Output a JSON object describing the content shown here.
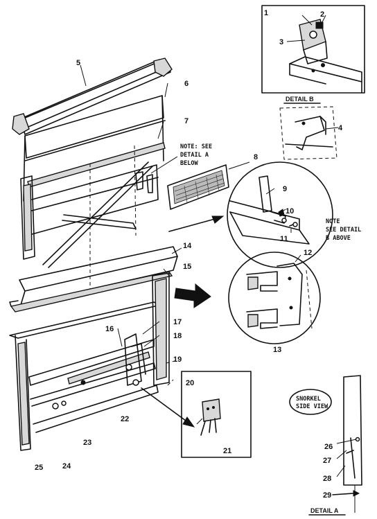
{
  "part_numbers": {
    "p1": "1",
    "p2": "2",
    "p3": "3",
    "p4": "4",
    "p5": "5",
    "p6": "6",
    "p7": "7",
    "p8": "8",
    "p9": "9",
    "p10": "10",
    "p11": "11",
    "p12": "12",
    "p13": "13",
    "p14": "14",
    "p15": "15",
    "p16": "16",
    "p17": "17",
    "p18": "18",
    "p19": "19",
    "p20": "20",
    "p21": "21",
    "p22": "22",
    "p23": "23",
    "p24": "24",
    "p25": "25",
    "p26": "26",
    "p27": "27",
    "p28": "28",
    "p29": "29"
  },
  "notes": {
    "note_a": [
      "NOTE: SEE",
      "DETAIL A",
      "BELOW"
    ],
    "note_b": [
      "NOTE",
      "SEE DETAIL",
      "B ABOVE"
    ],
    "snorkel": [
      "SNORKEL",
      "SIDE VIEW"
    ]
  },
  "captions": {
    "detail_b": "DETAIL B",
    "detail_a": "DETAIL A"
  }
}
